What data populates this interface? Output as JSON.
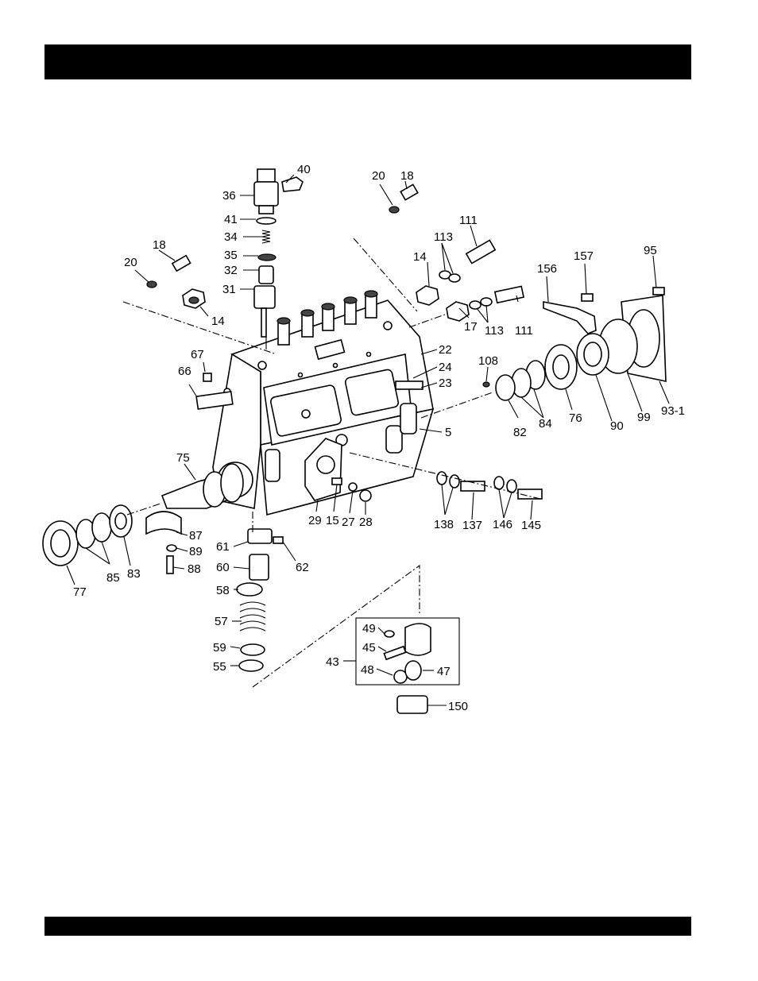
{
  "header_bar": "",
  "footer_bar": "",
  "callouts": {
    "c40": "40",
    "c36": "36",
    "c41": "41",
    "c34": "34",
    "c35": "35",
    "c32": "32",
    "c31": "31",
    "c18a": "18",
    "c20a": "20",
    "c14a": "14",
    "c20b": "20",
    "c18b": "18",
    "c14b": "14",
    "c113a": "113",
    "c111a": "111",
    "c17": "17",
    "c113b": "113",
    "c111b": "111",
    "c156": "156",
    "c157": "157",
    "c95": "95",
    "c22": "22",
    "c24": "24",
    "c23": "23",
    "c108": "108",
    "c67": "67",
    "c66": "66",
    "c5": "5",
    "c82": "82",
    "c84": "84",
    "c76": "76",
    "c90": "90",
    "c99": "99",
    "c93_1": "93-1",
    "c75": "75",
    "c29": "29",
    "c15": "15",
    "c27": "27",
    "c28": "28",
    "c138": "138",
    "c137": "137",
    "c146": "146",
    "c145": "145",
    "c77": "77",
    "c85": "85",
    "c83": "83",
    "c87": "87",
    "c89": "89",
    "c88": "88",
    "c61": "61",
    "c62": "62",
    "c60": "60",
    "c58": "58",
    "c57": "57",
    "c59": "59",
    "c55": "55",
    "c49": "49",
    "c45": "45",
    "c43": "43",
    "c48": "48",
    "c47": "47",
    "c150": "150"
  }
}
